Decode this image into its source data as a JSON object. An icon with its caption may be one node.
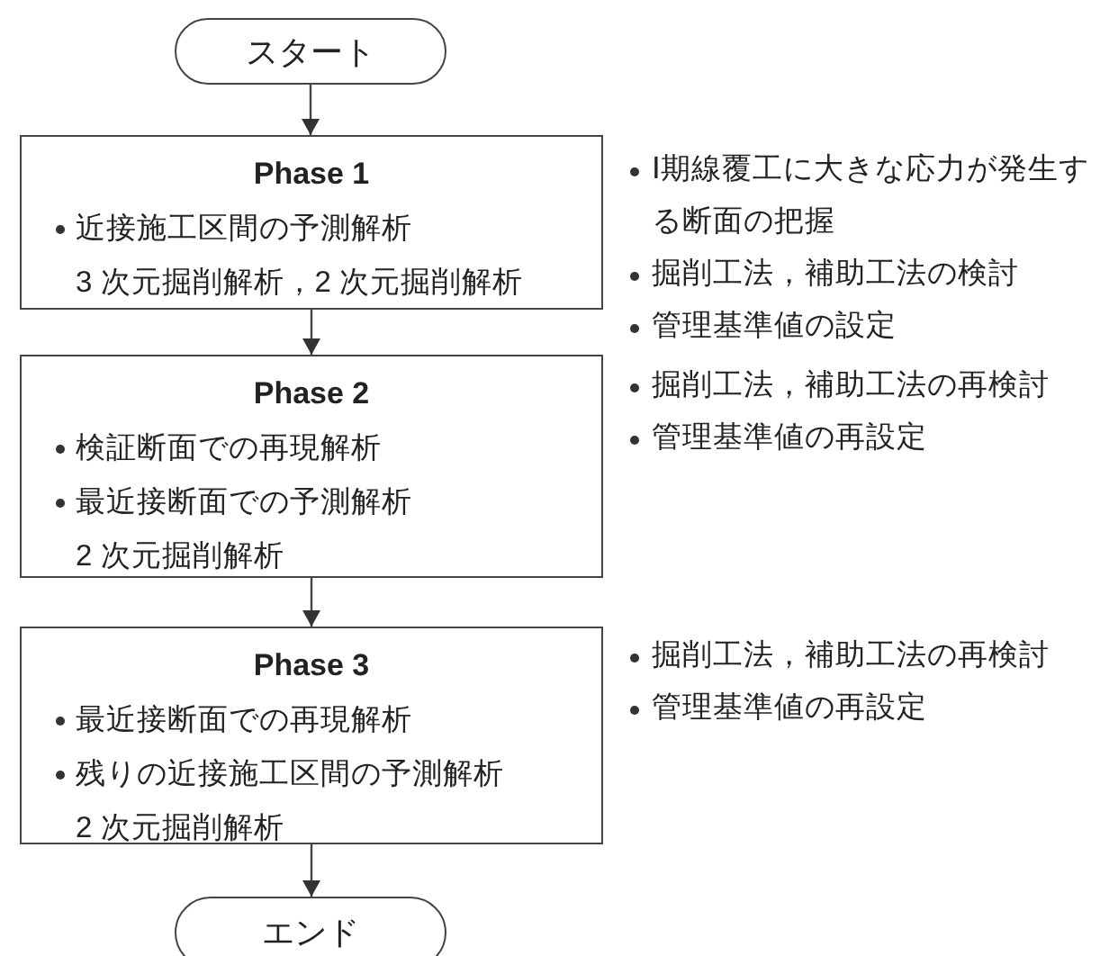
{
  "diagram": {
    "nodes": [
      {
        "text": [
          "スタート"
        ]
      },
      {
        "text": [
          "Phase 1",
          "近接施工区間の予測解析",
          "3 次元掘削解析，2 次元掘削解析"
        ],
        "beside": [
          "Ⅰ期線覆工に大きな応力が発生する断面の把握",
          "掘削工法，補助工法の検討",
          "管理基準値の設定"
        ]
      },
      {
        "text": [
          "Phase 2",
          "検証断面での再現解析",
          "最近接断面での予測解析",
          "2 次元掘削解析"
        ],
        "beside": [
          "掘削工法，補助工法の再検討",
          "管理基準値の再設定"
        ]
      },
      {
        "text": [
          "Phase 3",
          "最近接断面での再現解析",
          "残りの近接施工区間の予測解析",
          "2 次元掘削解析"
        ],
        "beside": [
          "掘削工法，補助工法の再検討",
          "管理基準値の再設定"
        ]
      },
      {
        "text": [
          "エンド"
        ]
      }
    ],
    "edges": [
      {
        "from": 0,
        "to": 1,
        "arrow": "to"
      },
      {
        "from": 1,
        "to": 2,
        "arrow": "to"
      },
      {
        "from": 2,
        "to": 3,
        "arrow": "to"
      },
      {
        "from": 3,
        "to": 4,
        "arrow": "to"
      }
    ]
  }
}
